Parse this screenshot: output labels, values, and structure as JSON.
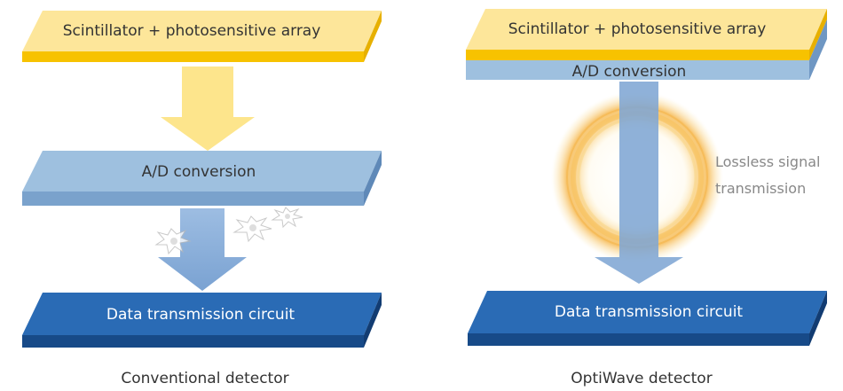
{
  "left_panel": {
    "top_layer_label": "Scintillator + photosensitive array",
    "middle_layer_label": "A/D conversion",
    "bottom_layer_label": "Data transmission circuit",
    "caption": "Conventional detector"
  },
  "right_panel": {
    "top_layer_label": "Scintillator + photosensitive array",
    "middle_layer_label": "A/D conversion",
    "bottom_layer_label": "Data transmission circuit",
    "annotation_line1": "Lossless signal",
    "annotation_line2": "transmission",
    "caption": "OptiWave detector"
  },
  "colors": {
    "scintillator_top": "#fde69a",
    "scintillator_edge": "#f7c200",
    "ad_top": "#9ec0df",
    "ad_edge": "#6f97c3",
    "circuit_top": "#2a6bb5",
    "circuit_edge": "#174a88",
    "arrow_yellow": "#fde58c",
    "arrow_blue": "#7fa6d4",
    "ring": "#f5b03a"
  }
}
